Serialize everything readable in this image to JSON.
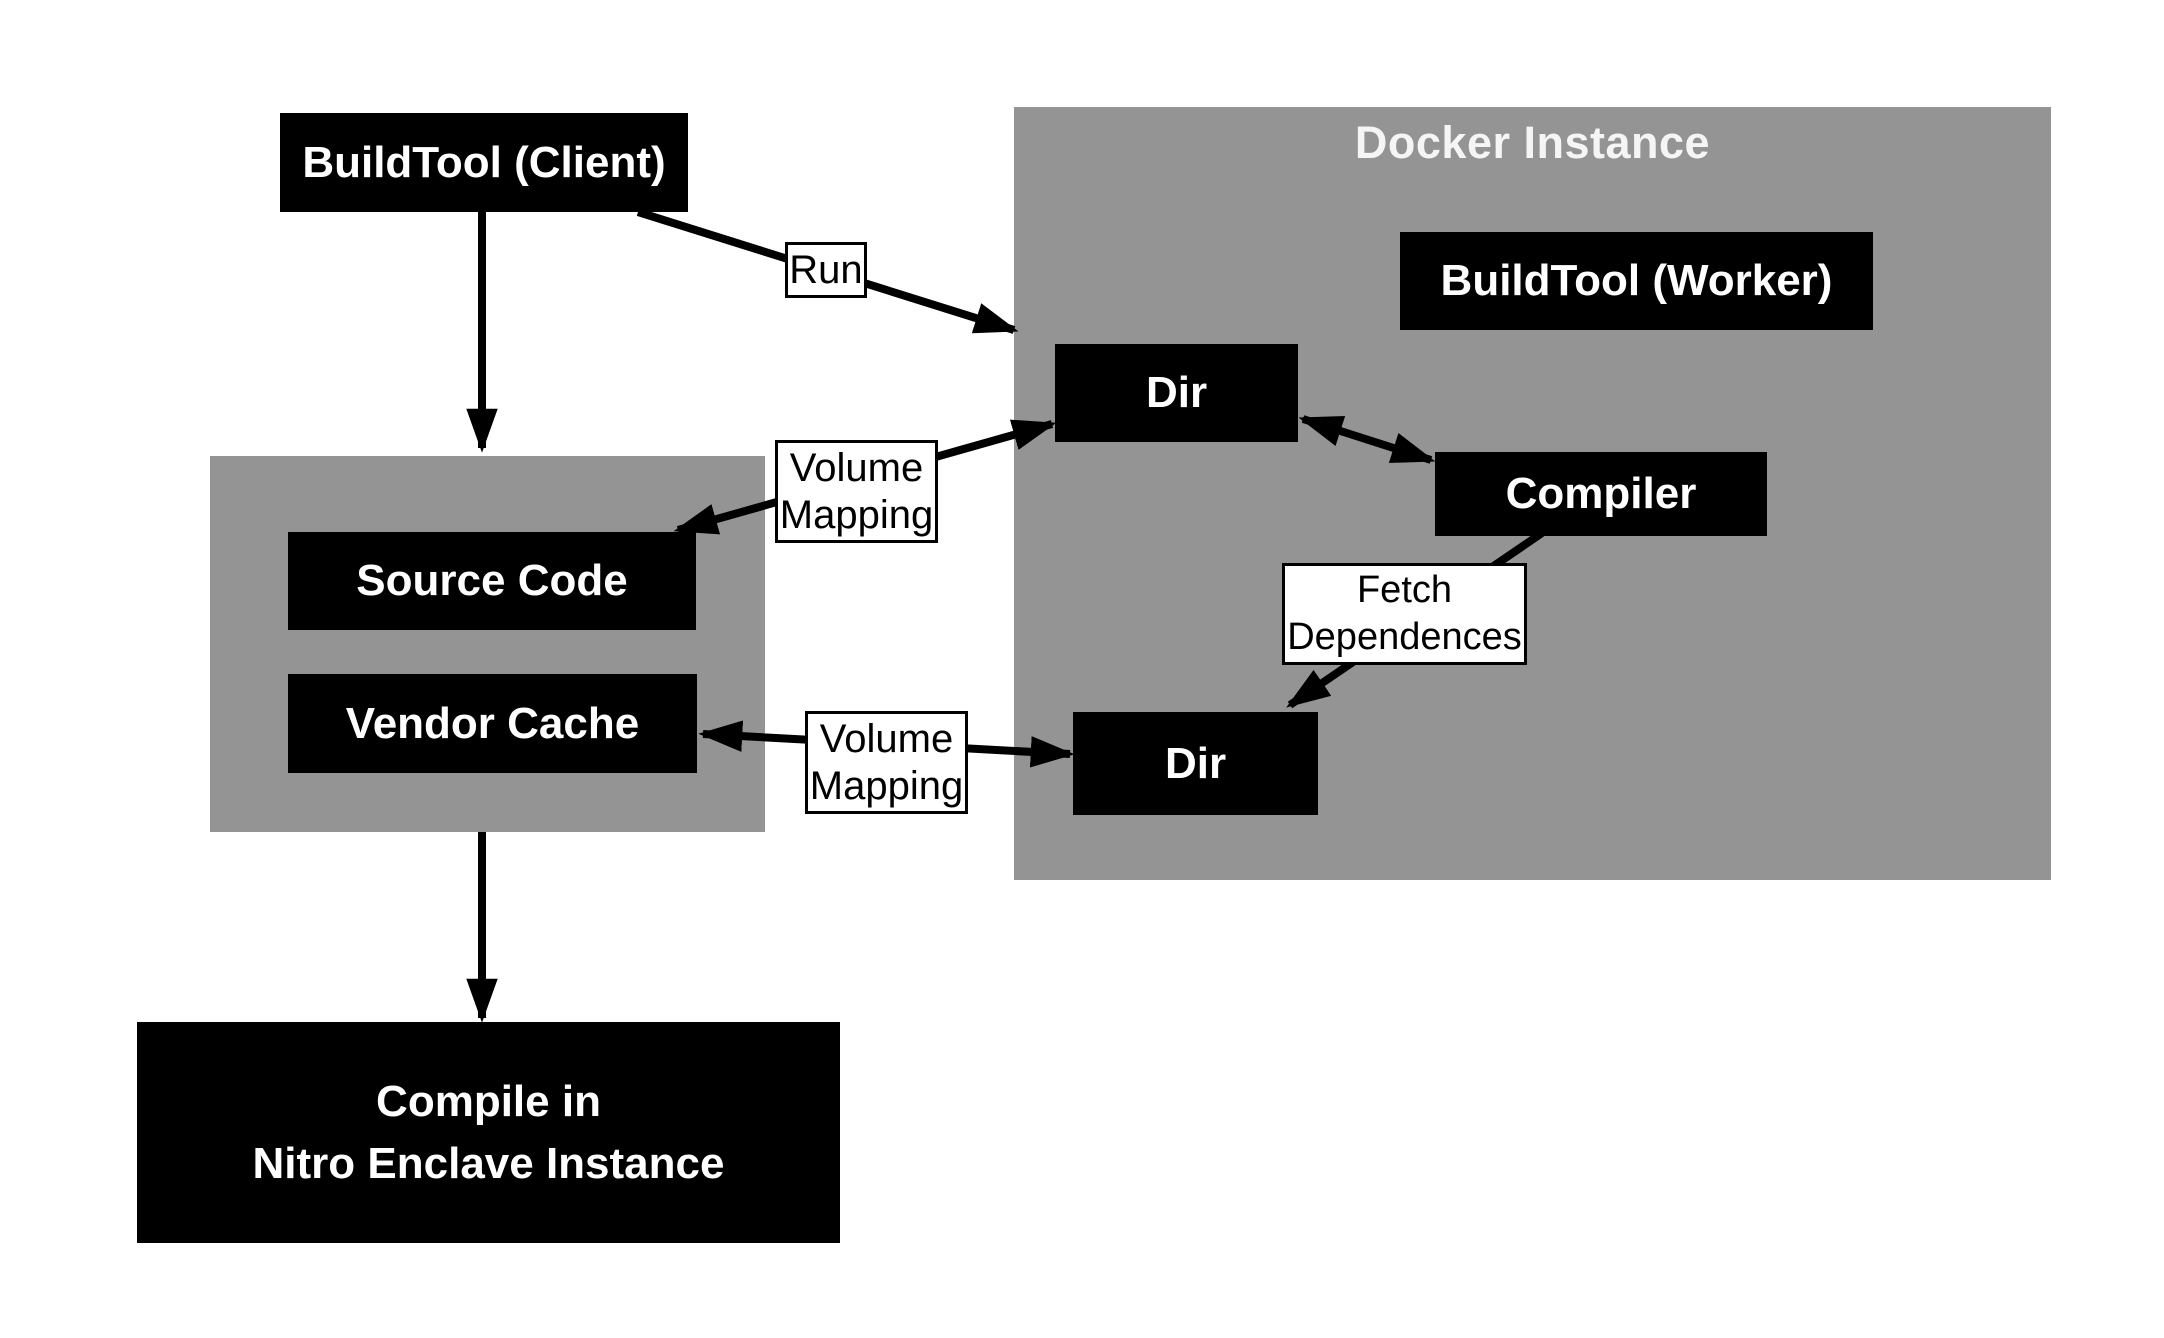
{
  "diagram": {
    "nodes": {
      "buildtool_client": "BuildTool (Client)",
      "buildtool_worker": "BuildTool (Worker)",
      "dir_top": "Dir",
      "compiler": "Compiler",
      "dir_bottom": "Dir",
      "source_code": "Source Code",
      "vendor_cache": "Vendor Cache",
      "compile_line1": "Compile in",
      "compile_line2": "Nitro Enclave Instance"
    },
    "containers": {
      "docker_instance_title": "Docker Instance"
    },
    "edge_labels": {
      "run": "Run",
      "volume_mapping_top_line1": "Volume",
      "volume_mapping_top_line2": "Mapping",
      "volume_mapping_bottom_line1": "Volume",
      "volume_mapping_bottom_line2": "Mapping",
      "fetch_line1": "Fetch",
      "fetch_line2": "Dependences"
    },
    "colors": {
      "node_bg": "#000000",
      "node_text": "#ffffff",
      "container_bg": "#949494",
      "container_title_text": "#f5f5f5",
      "edge_label_bg": "#ffffff",
      "edge_label_border": "#000000",
      "edge_label_text": "#000000",
      "arrow": "#000000",
      "page_bg": "#ffffff"
    }
  }
}
